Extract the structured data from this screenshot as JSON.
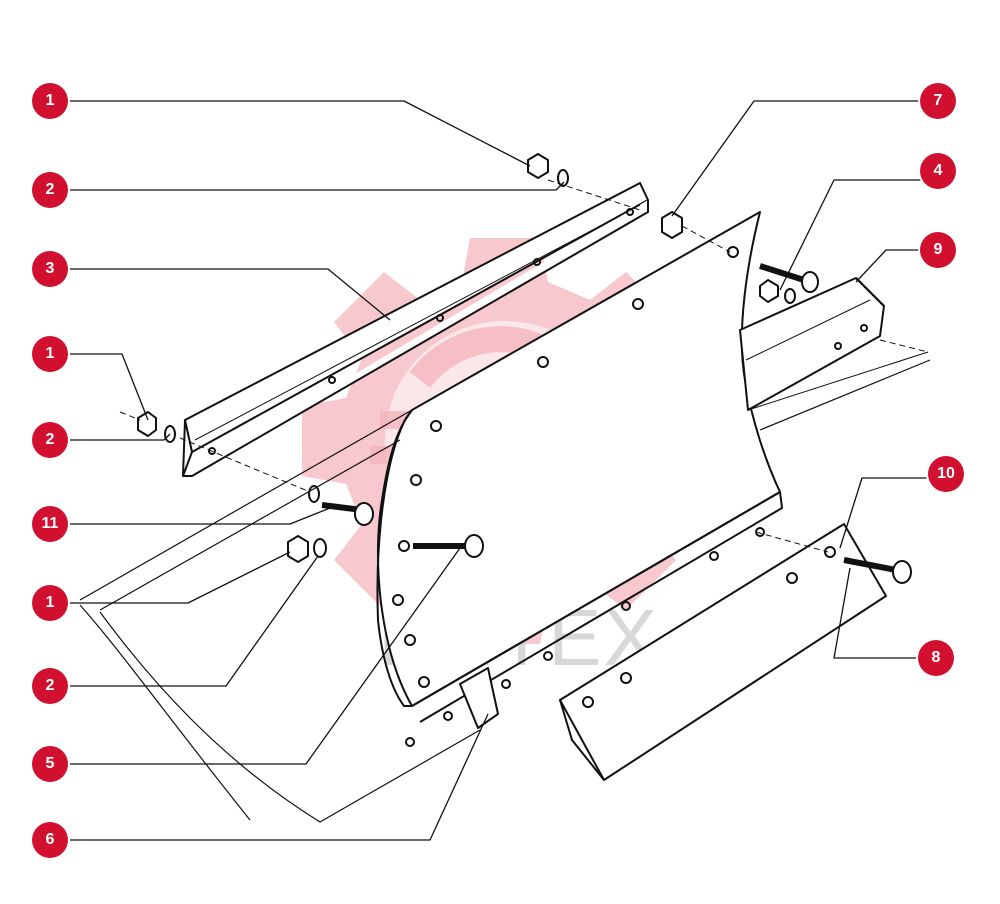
{
  "colors": {
    "callout_fill": "#d0102e",
    "line": "#111111",
    "watermark": "#f4b6bd"
  },
  "watermark": {
    "text": "ИНТЕХ",
    "icon": "gear-logo-icon"
  },
  "callouts": [
    {
      "id": "c1a",
      "label": "1"
    },
    {
      "id": "c2a",
      "label": "2"
    },
    {
      "id": "c3",
      "label": "3"
    },
    {
      "id": "c1b",
      "label": "1"
    },
    {
      "id": "c2b",
      "label": "2"
    },
    {
      "id": "c11",
      "label": "11"
    },
    {
      "id": "c1c",
      "label": "1"
    },
    {
      "id": "c2c",
      "label": "2"
    },
    {
      "id": "c5",
      "label": "5"
    },
    {
      "id": "c6",
      "label": "6"
    },
    {
      "id": "c7",
      "label": "7"
    },
    {
      "id": "c4",
      "label": "4"
    },
    {
      "id": "c9",
      "label": "9"
    },
    {
      "id": "c10",
      "label": "10"
    },
    {
      "id": "c8",
      "label": "8"
    }
  ]
}
